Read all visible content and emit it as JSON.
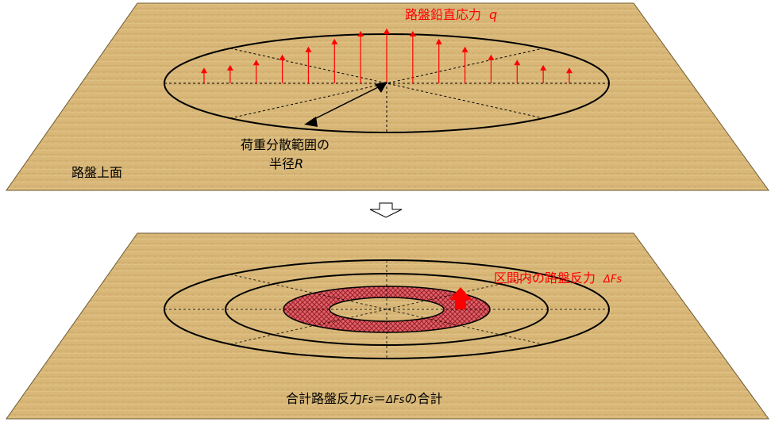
{
  "colors": {
    "slab": "#d8b778",
    "slab_dark": "#b9914e",
    "outline": "#000000",
    "accent_red": "#ff0000",
    "ring_fill": "#d9656b"
  },
  "top_panel": {
    "label_force_main": "路盤鉛直応力",
    "label_force_symbol": "q",
    "label_radius_line1": "荷重分散範囲の",
    "label_radius_line2_main": "半径",
    "label_radius_line2_symbol": "R",
    "label_surface": "路盤上面",
    "arrow_intensities": [
      0.3,
      0.35,
      0.45,
      0.55,
      0.7,
      0.85,
      1.0,
      1.05,
      1.0,
      0.85,
      0.7,
      0.55,
      0.45,
      0.35,
      0.3
    ]
  },
  "bottom_panel": {
    "label_reaction_main": "区間内の路盤反力",
    "label_reaction_symbol": "ΔFs",
    "label_total_main": "合計路盤反力",
    "label_total_symbol1": "Fs",
    "label_total_eq": "＝",
    "label_total_symbol2": "ΔFs",
    "label_total_tail": "の合計"
  }
}
